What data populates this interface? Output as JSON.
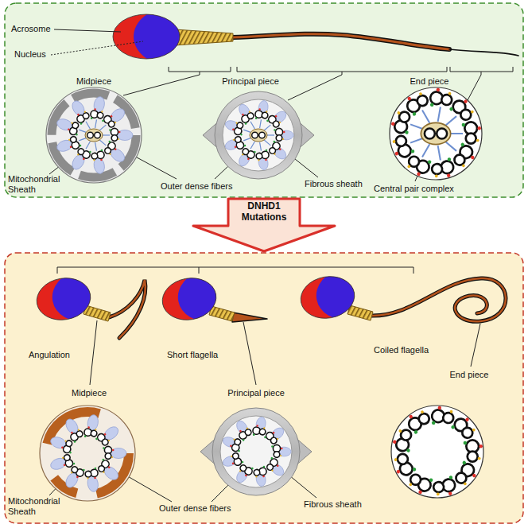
{
  "diagram": {
    "nodes": [
      {
        "text": [
          "DNHD1 Mutations"
        ]
      }
    ],
    "labels": [
      "Acrosome",
      "Nucleus",
      "Midpiece",
      "Principal piece",
      "End piece",
      "Mitochondrial Sheath",
      "Outer dense fibers",
      "Fibrous sheath",
      "Central pair complex",
      "Angulation",
      "Short flagella",
      "Coiled flagella",
      "Midpiece",
      "Principal piece",
      "End piece",
      "Mitochondrial Sheath",
      "Outer dense fibers",
      "Fibrous sheath"
    ]
  }
}
